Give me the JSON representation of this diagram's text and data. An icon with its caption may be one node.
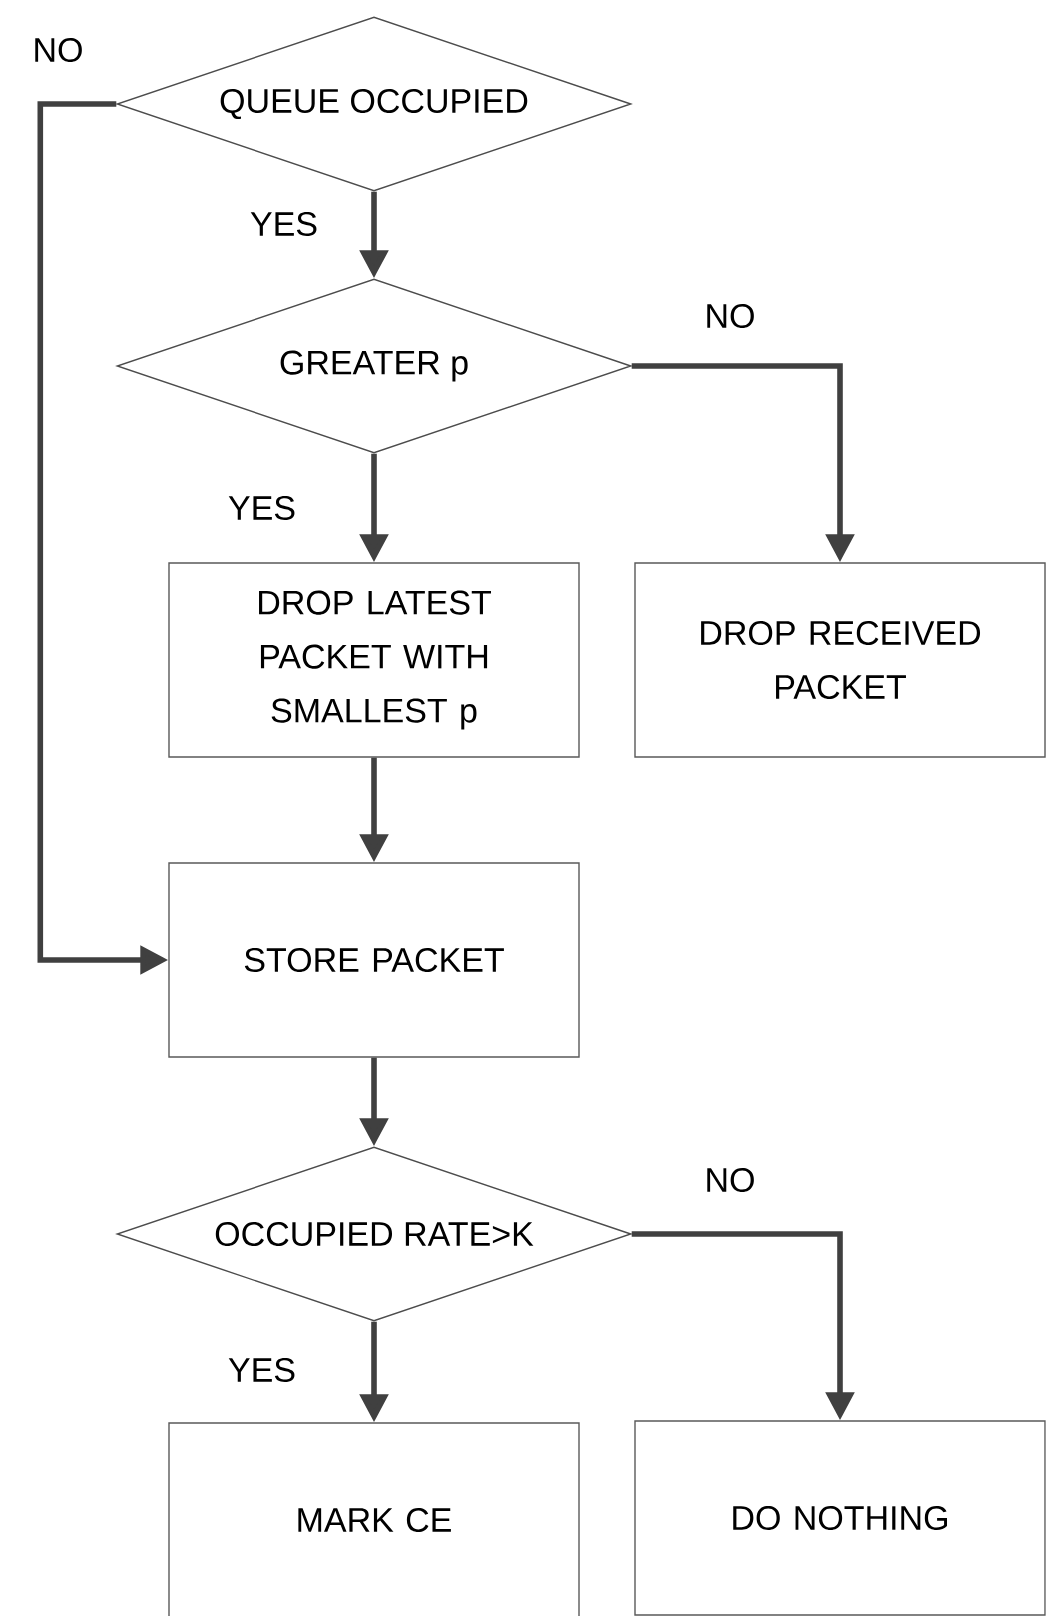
{
  "diagram": {
    "nodes": [
      {
        "text": [
          "QUEUE OCCUPIED"
        ]
      },
      {
        "text": [
          "GREATER p"
        ]
      },
      {
        "text": [
          "DROP LATEST PACKET WITH SMALLEST p"
        ]
      },
      {
        "text": [
          "DROP RECEIVED PACKET"
        ]
      },
      {
        "text": [
          "STORE PACKET"
        ]
      },
      {
        "text": [
          "OCCUPIED RATE>K"
        ]
      },
      {
        "text": [
          "MARK CE"
        ]
      },
      {
        "text": [
          "DO NOTHING"
        ]
      }
    ],
    "edges": [
      {
        "from": 0,
        "to": 1,
        "arrow": "to",
        "label": "YES"
      },
      {
        "from": 0,
        "to": 4,
        "arrow": "to",
        "label": "NO"
      },
      {
        "from": 1,
        "to": 2,
        "arrow": "to",
        "label": "YES"
      },
      {
        "from": 1,
        "to": 3,
        "arrow": "to",
        "label": "NO"
      },
      {
        "from": 2,
        "to": 4,
        "arrow": "to"
      },
      {
        "from": 4,
        "to": 5,
        "arrow": "to"
      },
      {
        "from": 5,
        "to": 6,
        "arrow": "to",
        "label": "YES"
      },
      {
        "from": 5,
        "to": 7,
        "arrow": "to",
        "label": "NO"
      }
    ]
  }
}
